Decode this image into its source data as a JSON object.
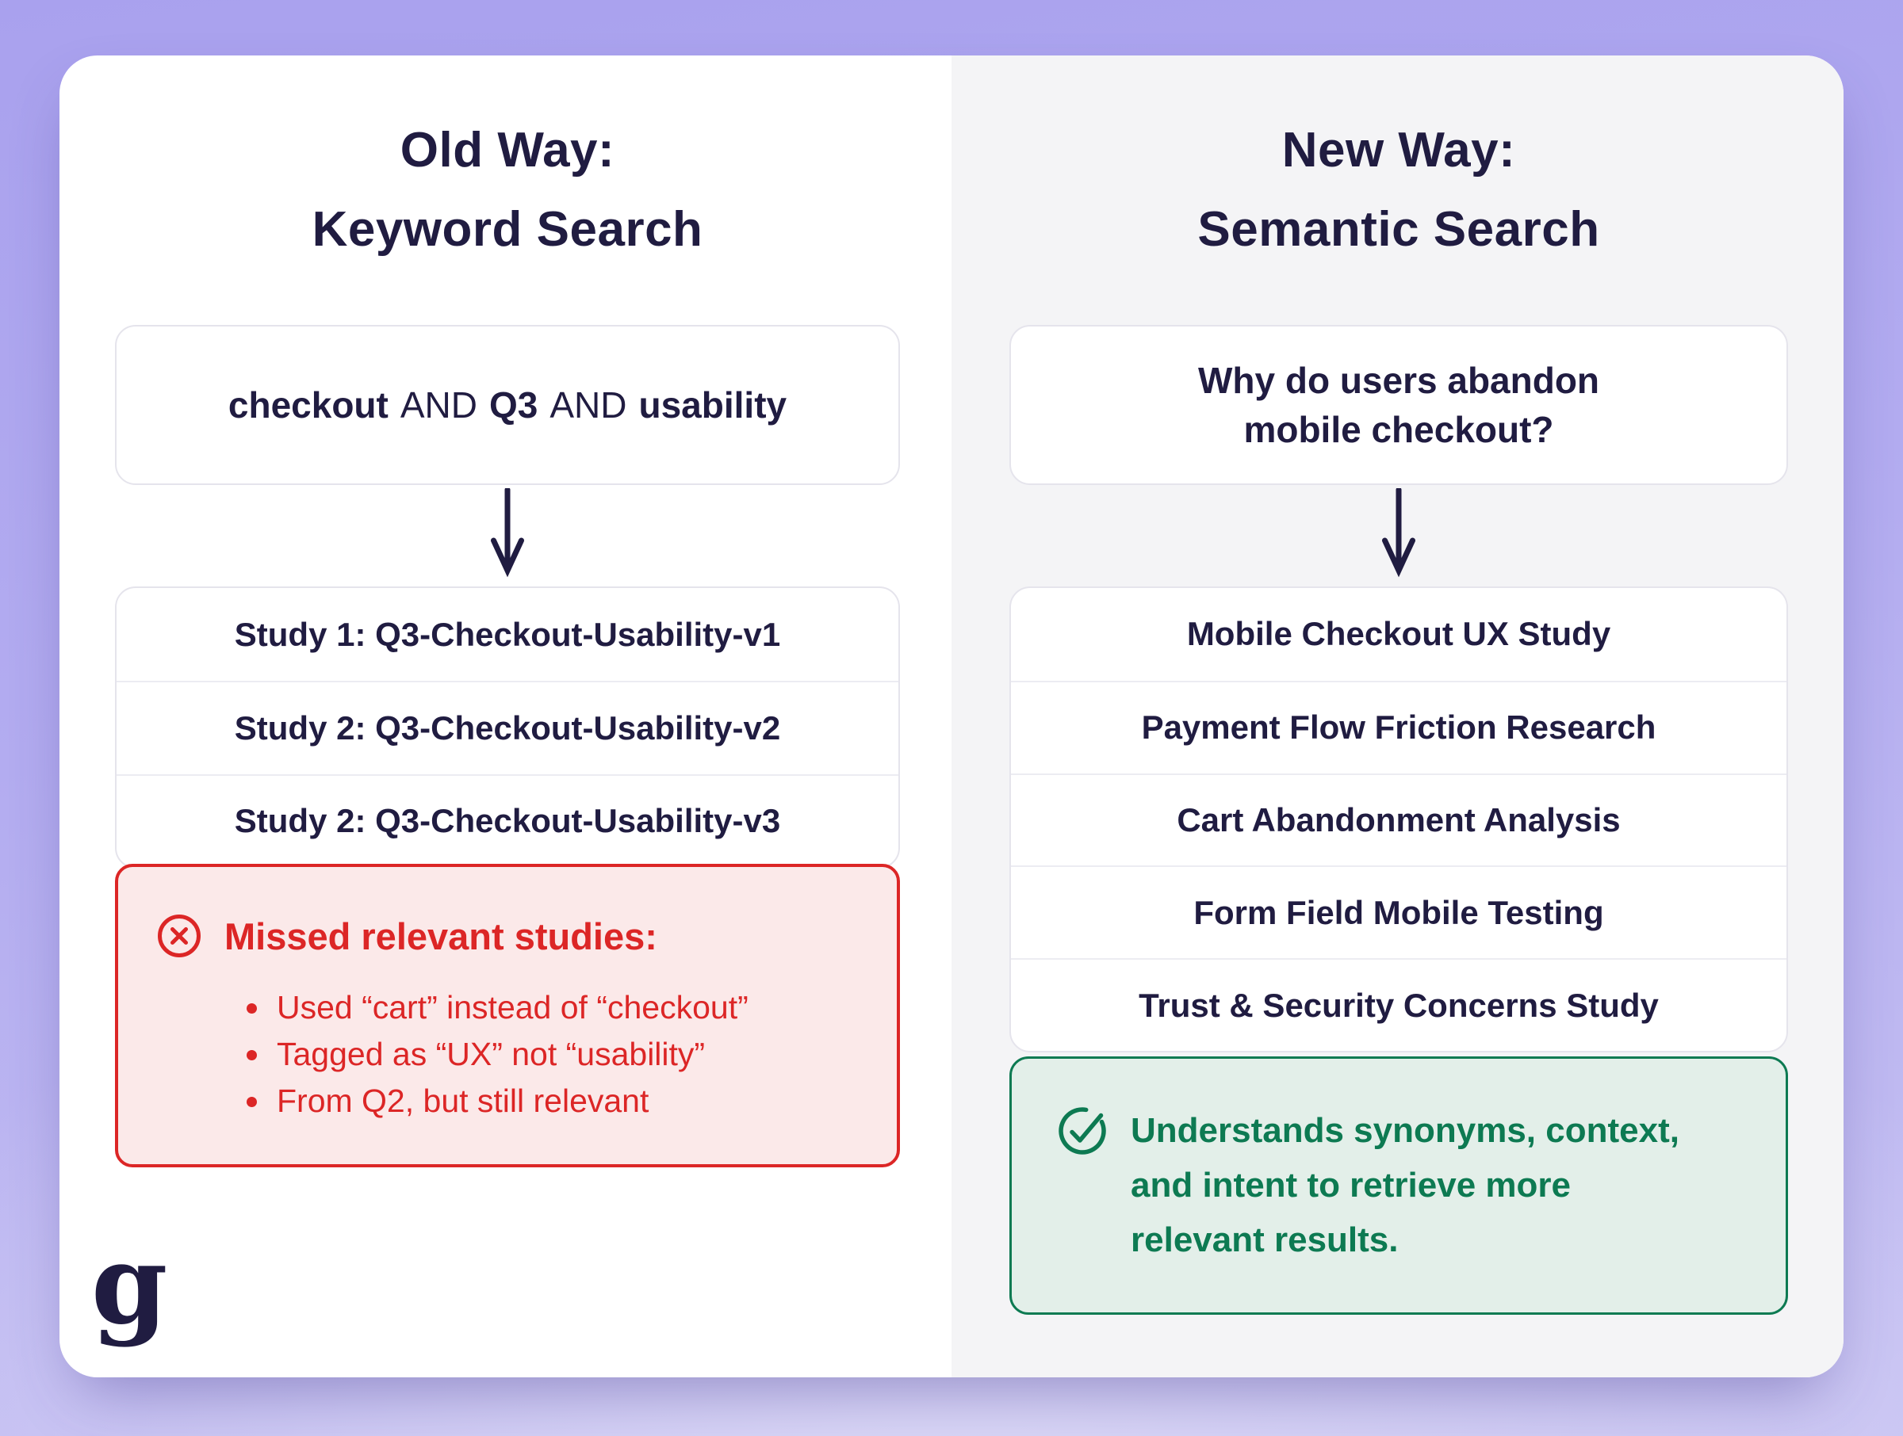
{
  "colors": {
    "navy": "#201c41",
    "red": "#dc2626",
    "red-bg": "#fbe9e9",
    "green": "#0d7a52",
    "green-bg": "#e3efe9",
    "right-bg": "#f4f4f6",
    "card-bg": "#ffffff",
    "box-border": "#e5e4ec",
    "divider": "#ececf2"
  },
  "logo": "g",
  "left": {
    "title_lines": [
      "Old Way:",
      "Keyword Search"
    ],
    "query": {
      "w1": "checkout",
      "w2": "AND",
      "w3": "Q3",
      "w4": "AND",
      "w5": "usability"
    },
    "results": [
      "Study 1: Q3-Checkout-Usability-v1",
      "Study 2: Q3-Checkout-Usability-v2",
      "Study 2: Q3-Checkout-Usability-v3"
    ],
    "callout": {
      "title": "Missed relevant studies:",
      "bullets": [
        "Used “cart” instead of “checkout”",
        "Tagged as “UX” not “usability”",
        "From Q2, but still relevant"
      ]
    }
  },
  "right": {
    "title_lines": [
      "New Way:",
      "Semantic Search"
    ],
    "query_lines": [
      "Why do users abandon",
      "mobile checkout?"
    ],
    "results": [
      "Mobile Checkout UX Study",
      "Payment Flow Friction Research",
      "Cart Abandonment Analysis",
      "Form Field Mobile Testing",
      "Trust & Security Concerns Study"
    ],
    "callout": {
      "lines": [
        "Understands synonyms, context,",
        "and intent to retrieve more",
        "relevant results."
      ]
    }
  }
}
